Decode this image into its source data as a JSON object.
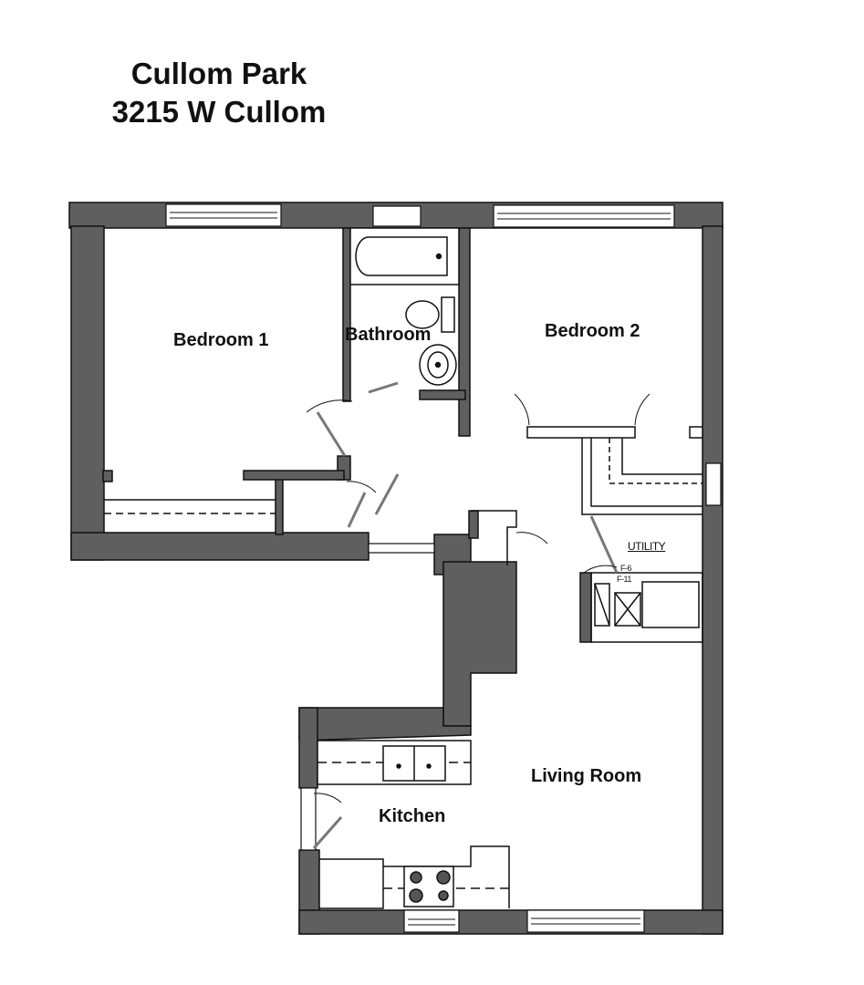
{
  "header": {
    "building_name": "Cullom Park",
    "address": "3215 W Cullom"
  },
  "rooms": [
    {
      "label": "Bedroom 1"
    },
    {
      "label": "Bathroom"
    },
    {
      "label": "Bedroom 2"
    },
    {
      "label": "UTILITY"
    },
    {
      "label": "Living Room"
    },
    {
      "label": "Kitchen"
    }
  ],
  "annotations": {
    "utility_tag_1": "F-6",
    "utility_tag_2": "F-11"
  },
  "colors": {
    "wall": "#5f5f5f",
    "line": "#111111",
    "background": "#ffffff"
  }
}
